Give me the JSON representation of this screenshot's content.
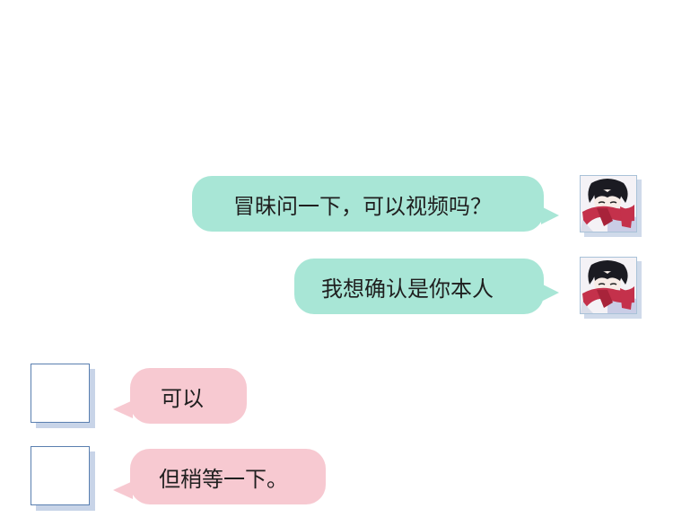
{
  "messages": [
    {
      "side": "right",
      "text": "冒昧问一下，可以视频吗？"
    },
    {
      "side": "right",
      "text": "我想确认是你本人"
    },
    {
      "side": "left",
      "text": "可以"
    },
    {
      "side": "left",
      "text": "但稍等一下。"
    }
  ],
  "colors": {
    "sent_bubble": "#a8e6d6",
    "received_bubble": "#f7c9d1",
    "avatar_frame": "#5a7fb0"
  },
  "icons": {
    "sender_avatar": "anime-character-red-scarf-avatar",
    "receiver_avatar": "blank-avatar"
  }
}
